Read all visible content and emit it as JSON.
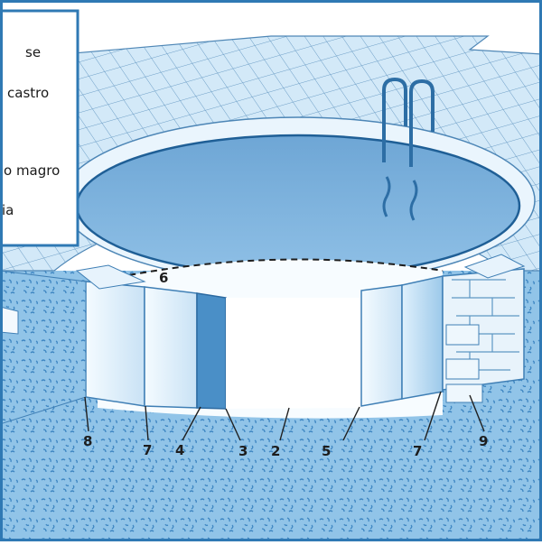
{
  "diagram": {
    "colors": {
      "tile": "#cfe7f7",
      "tile_line": "#5f94bf",
      "ground": "#8fc3e8",
      "water": "#6fa7d6",
      "wall": "#eaf5fd",
      "wall_dark": "#2f78b3",
      "block": "#e8f3fb",
      "frame": "#2f79b4"
    },
    "legend": {
      "items": [
        "se",
        "castro",
        "o magro",
        "ia"
      ]
    },
    "callouts": [
      "8",
      "7",
      "4",
      "3",
      "2",
      "5",
      "7",
      "9",
      "6"
    ],
    "icons": [
      "ladder-icon"
    ]
  }
}
